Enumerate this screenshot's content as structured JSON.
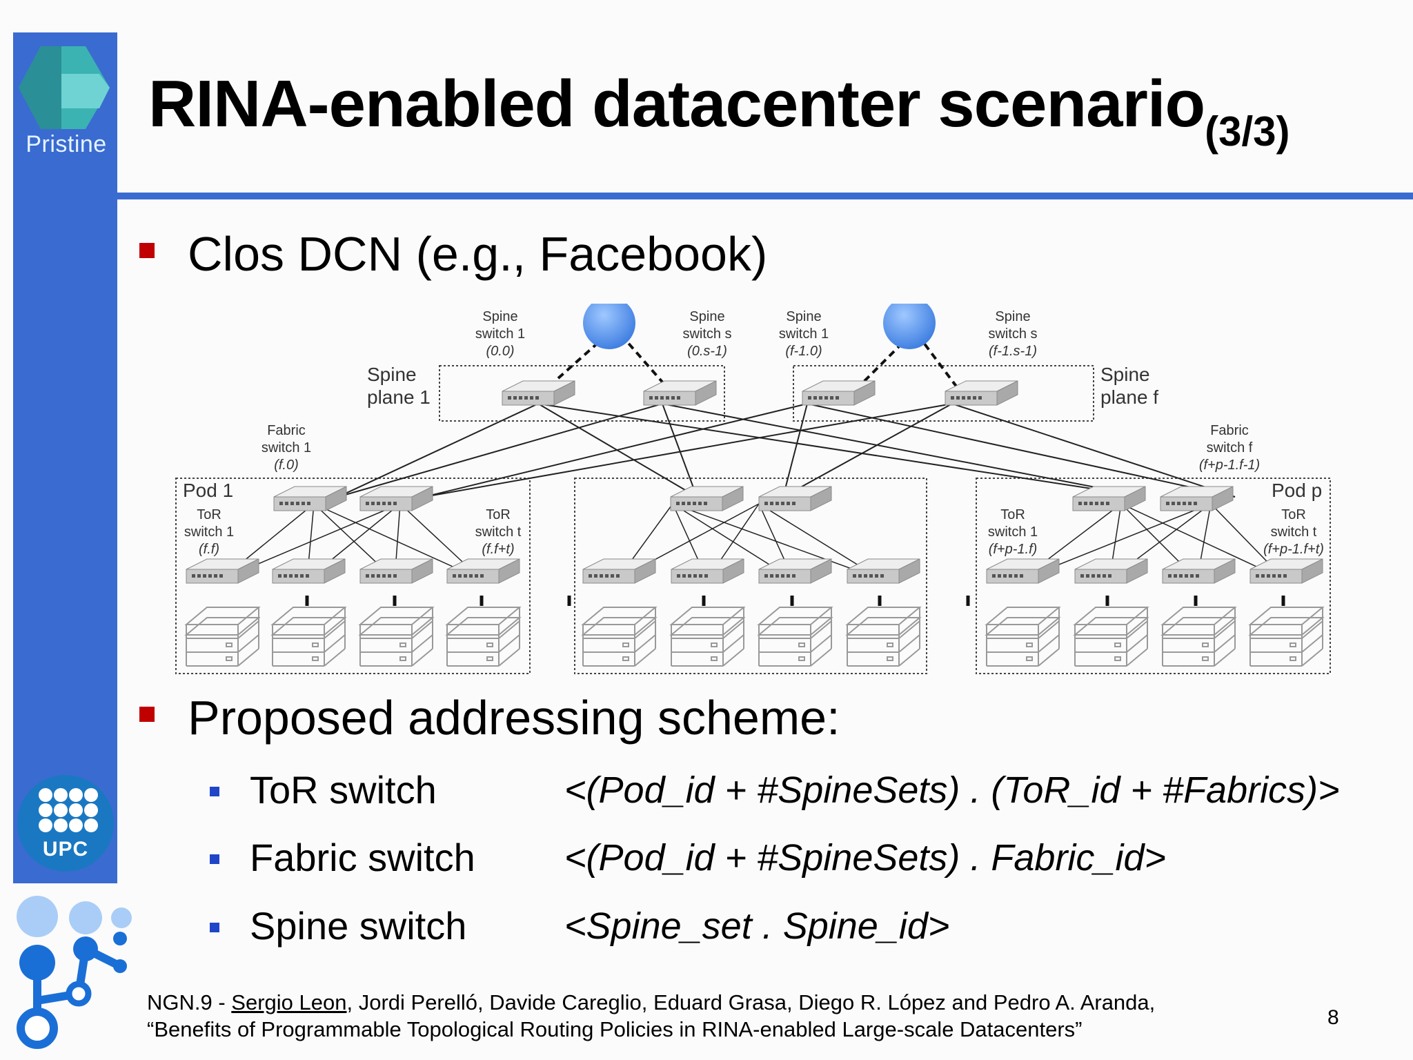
{
  "logos": {
    "pristine": "Pristine",
    "upc": "UPC"
  },
  "title": {
    "main": "RINA-enabled datacenter scenario",
    "sub": "(3/3)"
  },
  "bullets": {
    "clos": "Clos DCN (e.g., Facebook)",
    "addressing": "Proposed addressing scheme:"
  },
  "addressing": [
    {
      "label": "ToR switch",
      "formula": "<(Pod_id + #SpineSets) . (ToR_id + #Fabrics)>"
    },
    {
      "label": "Fabric switch",
      "formula": "<(Pod_id + #SpineSets)  . Fabric_id>"
    },
    {
      "label": "Spine switch",
      "formula": "<Spine_set . Spine_id>"
    }
  ],
  "diagram": {
    "spine_plane_1": [
      "Spine",
      "plane 1"
    ],
    "spine_plane_f": [
      "Spine",
      "plane f"
    ],
    "spine_labels": [
      {
        "l1": "Spine",
        "l2": "switch 1",
        "l3": "(0.0)"
      },
      {
        "l1": "Spine",
        "l2": "switch s",
        "l3": "(0.s-1)"
      },
      {
        "l1": "Spine",
        "l2": "switch 1",
        "l3": "(f-1.0)"
      },
      {
        "l1": "Spine",
        "l2": "switch s",
        "l3": "(f-1.s-1)"
      }
    ],
    "fabric_1": {
      "l1": "Fabric",
      "l2": "switch 1",
      "l3": "(f.0)"
    },
    "fabric_f": {
      "l1": "Fabric",
      "l2": "switch f",
      "l3": "(f+p-1.f-1)"
    },
    "pod_1": "Pod 1",
    "pod_p": "Pod p",
    "tor_labels": [
      {
        "l1": "ToR",
        "l2": "switch 1",
        "l3": "(f.f)"
      },
      {
        "l1": "ToR",
        "l2": "switch t",
        "l3": "(f.f+t)"
      },
      {
        "l1": "ToR",
        "l2": "switch 1",
        "l3": "(f+p-1.f)"
      },
      {
        "l1": "ToR",
        "l2": "switch t",
        "l3": "(f+p-1.f+t)"
      }
    ]
  },
  "footer": {
    "prefix": "NGN.9 - ",
    "author_first": "Sergio Leon",
    "authors_rest": ", Jordi Perelló, Davide Careglio, Eduard Grasa, Diego R. López and Pedro A. Aranda,",
    "paper_title": "“Benefits of Programmable Topological Routing Policies in RINA-enabled Large-scale Datacenters”"
  },
  "page_number": "8"
}
